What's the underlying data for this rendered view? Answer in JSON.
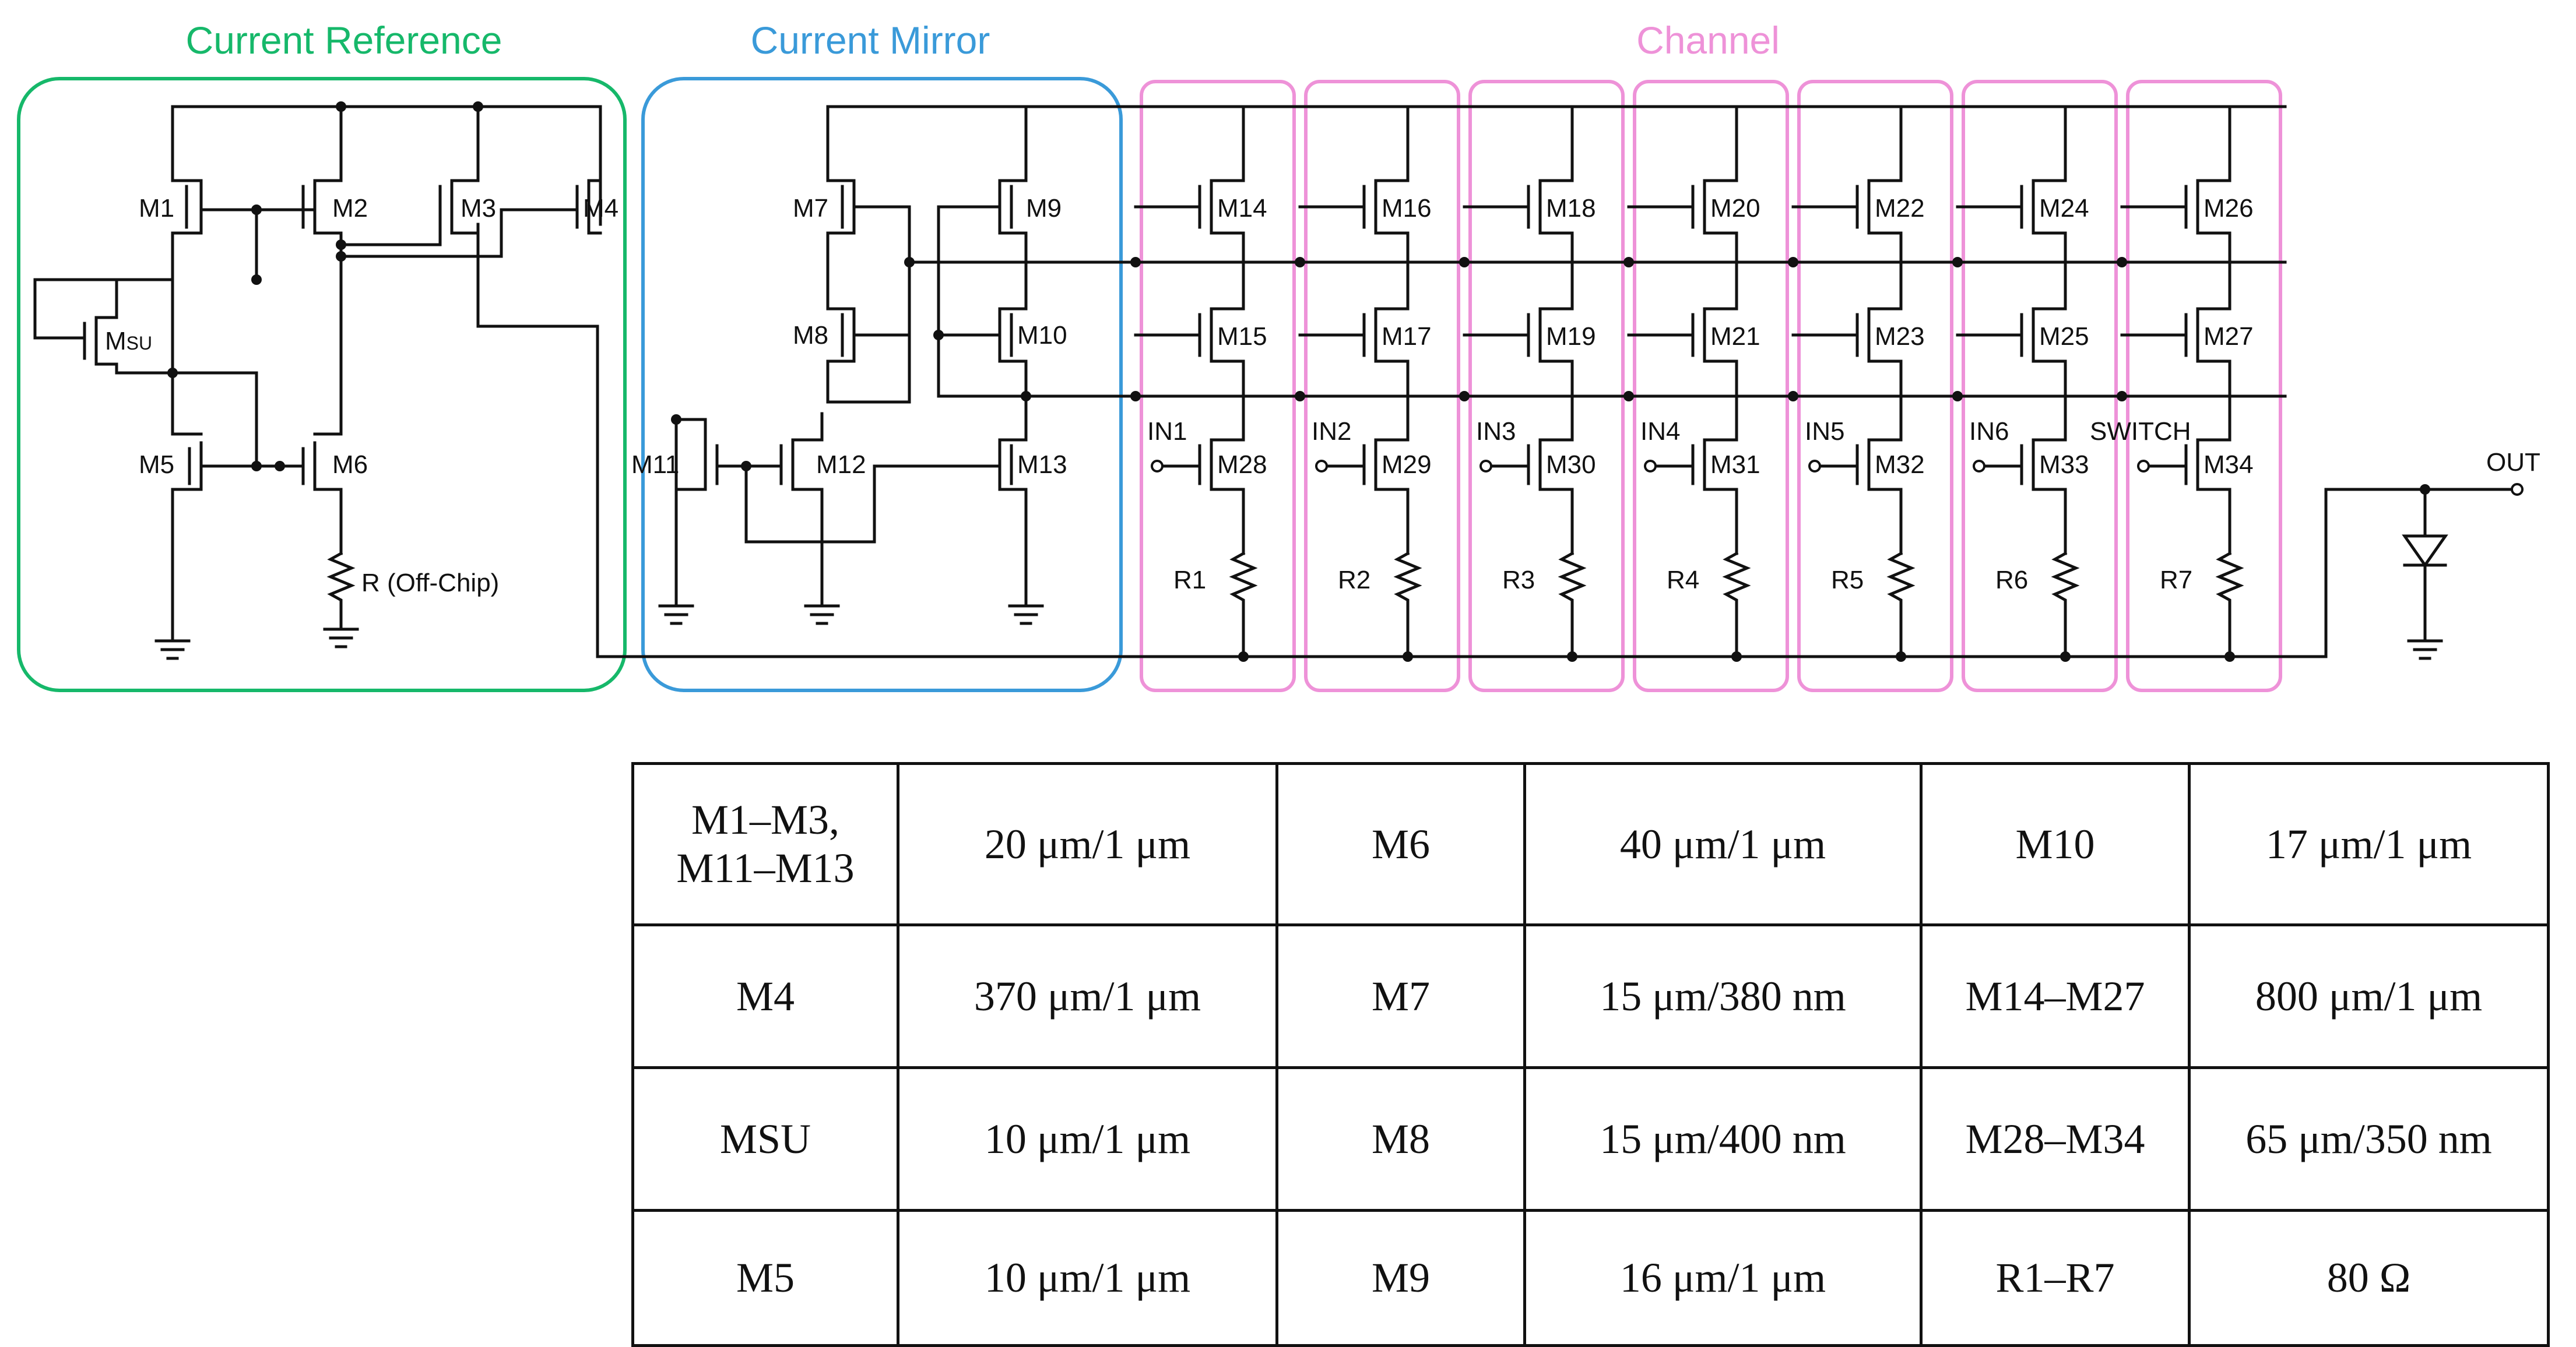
{
  "groups": {
    "current_reference": {
      "label": "Current Reference",
      "color": "#16b86a"
    },
    "current_mirror": {
      "label": "Current Mirror",
      "color": "#3a9ad9"
    },
    "channel": {
      "label": "Channel",
      "color": "#ee92d8"
    }
  },
  "ref_labels": {
    "m1": "M1",
    "m2": "M2",
    "m3": "M3",
    "m4": "M4",
    "msu_main": "M",
    "msu_sub": "SU",
    "m5": "M5",
    "m6": "M6",
    "r": "R (Off-Chip)"
  },
  "mirror_labels": {
    "m7": "M7",
    "m8": "M8",
    "m9": "M9",
    "m10": "M10",
    "m11": "M11",
    "m12": "M12",
    "m13": "M13"
  },
  "channels": [
    {
      "top": "M14",
      "mid": "M15",
      "sw": "M28",
      "input": "IN1",
      "res": "R1"
    },
    {
      "top": "M16",
      "mid": "M17",
      "sw": "M29",
      "input": "IN2",
      "res": "R2"
    },
    {
      "top": "M18",
      "mid": "M19",
      "sw": "M30",
      "input": "IN3",
      "res": "R3"
    },
    {
      "top": "M20",
      "mid": "M21",
      "sw": "M31",
      "input": "IN4",
      "res": "R4"
    },
    {
      "top": "M22",
      "mid": "M23",
      "sw": "M32",
      "input": "IN5",
      "res": "R5"
    },
    {
      "top": "M24",
      "mid": "M25",
      "sw": "M33",
      "input": "IN6",
      "res": "R6"
    },
    {
      "top": "M26",
      "mid": "M27",
      "sw": "M34",
      "input": "",
      "res": "R7"
    }
  ],
  "switch_label": "SWITCH",
  "out_label": "OUT",
  "table": [
    [
      "M1–M3,\nM11–M13",
      "20 μm/1 μm",
      "M6",
      "40 μm/1 μm",
      "M10",
      "17 μm/1 μm"
    ],
    [
      "M4",
      "370 μm/1 μm",
      "M7",
      "15 μm/380 nm",
      "M14–M27",
      "800 μm/1 μm"
    ],
    [
      "MSU",
      "10 μm/1 μm",
      "M8",
      "15 μm/400 nm",
      "M28–M34",
      "65 μm/350 nm"
    ],
    [
      "M5",
      "10 μm/1 μm",
      "M9",
      "16 μm/1 μm",
      "R1–R7",
      "80 Ω"
    ]
  ]
}
